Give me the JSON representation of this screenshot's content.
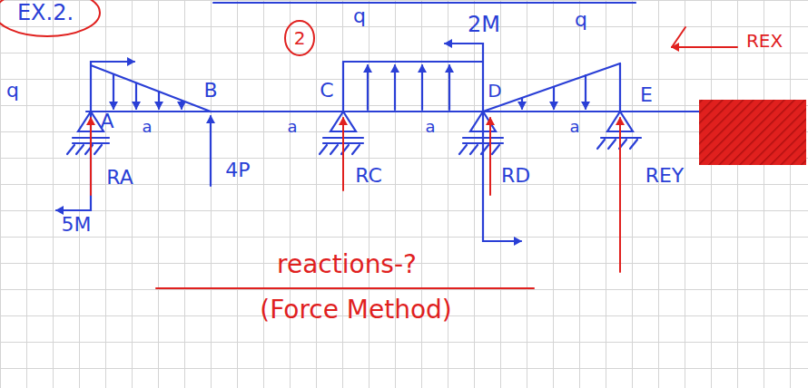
{
  "diagram": {
    "labels": [
      "EX.2.",
      "2M",
      "q",
      "B",
      "2",
      "C",
      "q",
      "D",
      "q",
      "E",
      "REX",
      "A",
      "a",
      "a",
      "a",
      "a",
      "RA",
      "4P",
      "RC",
      "RD",
      "REY",
      "5M",
      "reactions-?",
      "(Force Method)"
    ]
  }
}
